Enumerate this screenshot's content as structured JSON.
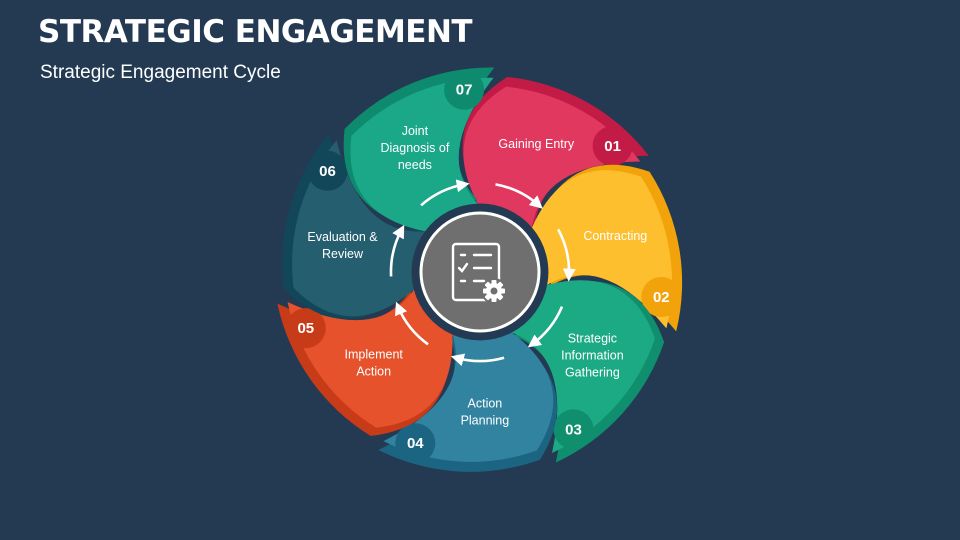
{
  "header": {
    "title": "STRATEGIC ENGAGEMENT",
    "subtitle": "Strategic Engagement Cycle"
  },
  "center": {
    "icon": "checklist-gear-icon"
  },
  "steps": [
    {
      "number": "01",
      "lines": [
        "Gaining Entry"
      ],
      "color": "#e0385e",
      "dark": "#c21b45"
    },
    {
      "number": "02",
      "lines": [
        "Contracting"
      ],
      "color": "#fdbf2d",
      "dark": "#f2a20a"
    },
    {
      "number": "03",
      "lines": [
        "Strategic",
        "Information",
        "Gathering"
      ],
      "color": "#1caa85",
      "dark": "#0f8f6d"
    },
    {
      "number": "04",
      "lines": [
        "Action",
        "Planning"
      ],
      "color": "#3283a0",
      "dark": "#1b6583"
    },
    {
      "number": "05",
      "lines": [
        "Implement",
        "Action"
      ],
      "color": "#e5522c",
      "dark": "#c83b19"
    },
    {
      "number": "06",
      "lines": [
        "Evaluation &",
        "Review"
      ],
      "color": "#245e6f",
      "dark": "#12475a"
    },
    {
      "number": "07",
      "lines": [
        "Joint",
        "Diagnosis of",
        "needs"
      ],
      "color": "#1ba888",
      "dark": "#0e8b6e"
    }
  ]
}
